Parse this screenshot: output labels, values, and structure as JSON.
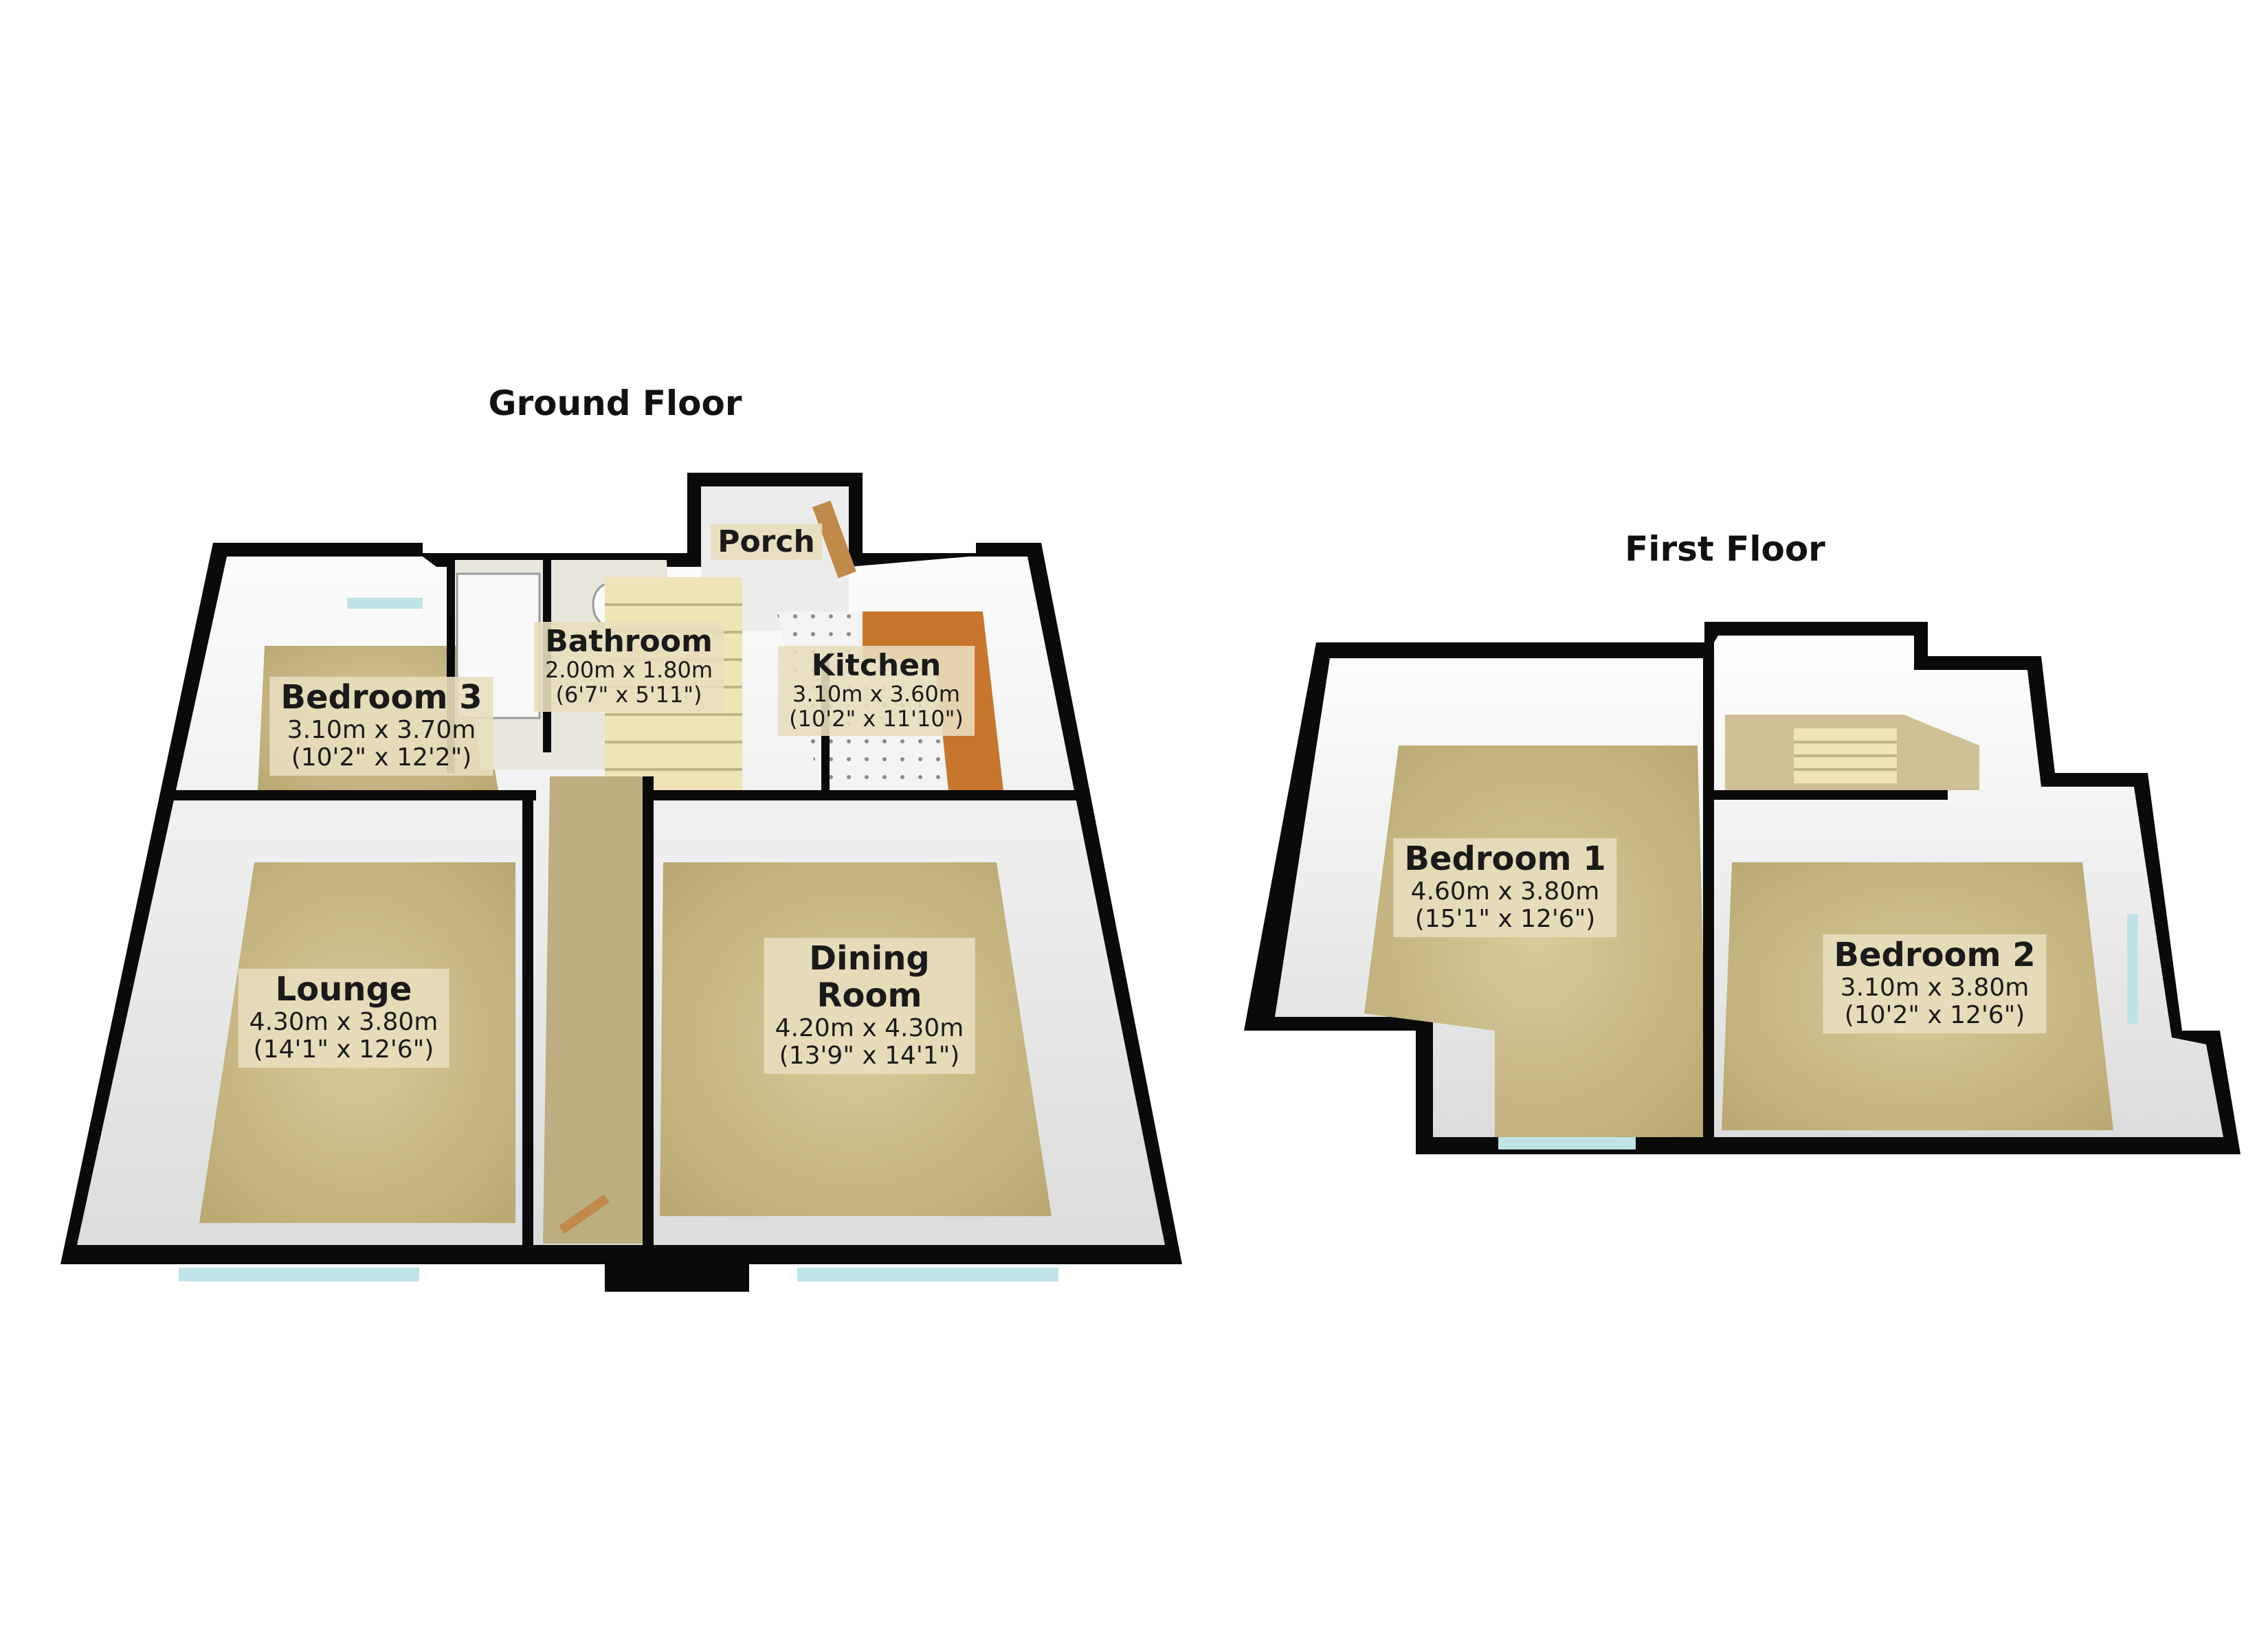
{
  "floors": {
    "ground": {
      "title": "Ground Floor",
      "rooms": [
        {
          "name": "Bedroom 3",
          "metric": "3.10m x 3.70m",
          "imperial": "(10'2\" x 12'2\")"
        },
        {
          "name": "Bathroom",
          "metric": "2.00m x 1.80m",
          "imperial": "(6'7\" x 5'11\")"
        },
        {
          "name": "Porch",
          "metric": "",
          "imperial": ""
        },
        {
          "name": "Kitchen",
          "metric": "3.10m x 3.60m",
          "imperial": "(10'2\" x 11'10\")"
        },
        {
          "name": "Lounge",
          "metric": "4.30m x 3.80m",
          "imperial": "(14'1\" x 12'6\")"
        },
        {
          "name": "Dining Room",
          "name_line1": "Dining",
          "name_line2": "Room",
          "metric": "4.20m x 4.30m",
          "imperial": "(13'9\" x 14'1\")"
        }
      ]
    },
    "first": {
      "title": "First Floor",
      "rooms": [
        {
          "name": "Bedroom 1",
          "metric": "4.60m x 3.80m",
          "imperial": "(15'1\" x 12'6\")"
        },
        {
          "name": "Bedroom 2",
          "metric": "3.10m x 3.80m",
          "imperial": "(10'2\" x 12'6\")"
        }
      ]
    }
  },
  "colors": {
    "wall": "#0a0a0a",
    "carpet": "#cbbd8c",
    "kitchen_worktop": "#c8762e",
    "window_glass": "#bfe3e6",
    "inner_wall": "#f2f2f2"
  }
}
